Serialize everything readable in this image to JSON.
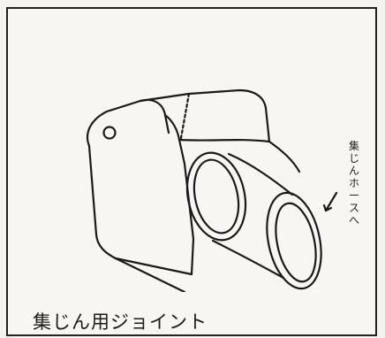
{
  "caption": "集じん用ジョイント",
  "annotation": {
    "text": "集じんホースへ",
    "chars": [
      "集",
      "じ",
      "ん",
      "ホ",
      "ー",
      "ス",
      "へ"
    ]
  },
  "icons": {
    "arrow": "arrow-down-left-icon"
  }
}
